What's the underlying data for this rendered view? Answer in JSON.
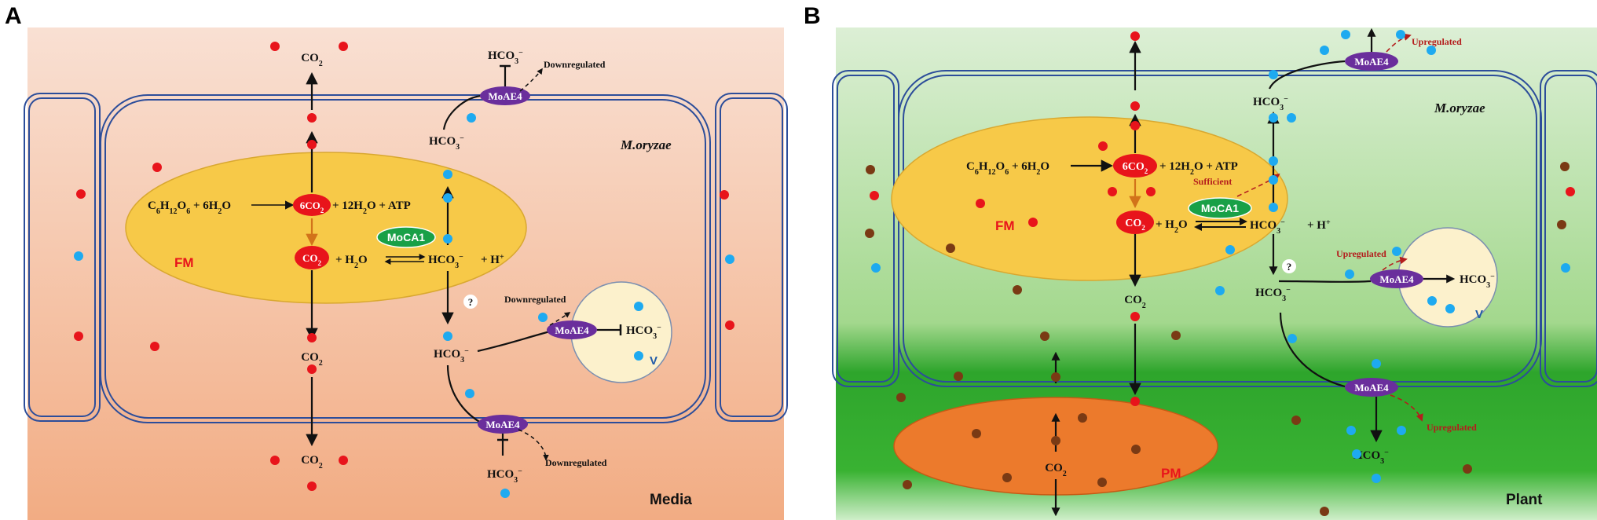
{
  "panel_a": {
    "letter": "A",
    "organism": "M.oryzae",
    "compartment_fm": "FM",
    "vacuole": "V",
    "environment": "Media",
    "glucose": "C6H12O6 + 6H2O",
    "glucose_base": "C",
    "glucose_6a": "6",
    "glucose_h": "H",
    "glucose_12": "12",
    "glucose_o": "O",
    "glucose_6b": "6",
    "glucose_plus": " + 6H",
    "glucose_2": "2",
    "glucose_o2": "O",
    "co2_6": "6CO2",
    "co2_6_base": "6CO",
    "co2_6_sub": "2",
    "products": "+ 12H2O + ATP",
    "products_a": "+ 12H",
    "products_sub": "2",
    "products_b": "O + ATP",
    "co2": "CO2",
    "co2_base": "CO",
    "co2_sub": "2",
    "water": "+ H2O",
    "water_a": "+ H",
    "water_sub": "2",
    "water_b": "O",
    "bicarb": "HCO3⁻",
    "bicarb_base": "HCO",
    "bicarb_sub": "3",
    "bicarb_sup": "−",
    "bicarb_plus_h": "+ H⁺",
    "bicarb_plus_h_base": "+  H",
    "bicarb_plus_h_sup": "+",
    "moca1": "MoCA1",
    "moae4": "MoAE4",
    "question": "?",
    "downregulated": "Downregulated"
  },
  "panel_b": {
    "letter": "B",
    "organism": "M.oryzae",
    "compartment_fm": "FM",
    "compartment_pm": "PM",
    "vacuole": "V",
    "environment": "Plant",
    "moca1": "MoCA1",
    "moae4": "MoAE4",
    "question": "?",
    "upregulated": "Upregulated",
    "sufficient": "Sufficient"
  },
  "colors": {
    "co2_dot": "#e8141b",
    "bicarb_dot": "#1eaaf0",
    "plant_particle": "#7a3a14",
    "fm": "#f7c948",
    "pm": "#ec7a2c",
    "moae4": "#6a2e9c",
    "moca1": "#19a047",
    "vacuole": "#fcf1cc"
  }
}
